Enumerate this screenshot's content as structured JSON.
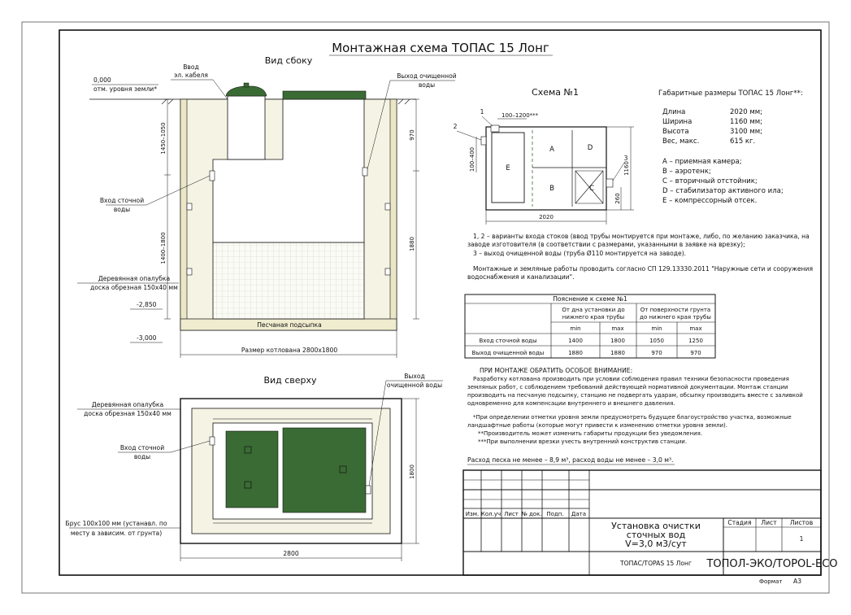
{
  "title": "Монтажная схема ТОПАС 15 Лонг",
  "side_view": {
    "title": "Вид сбоку",
    "cable_label_1": "Ввод",
    "cable_label_2": "эл. кабеля",
    "ground_level_1": "0,000",
    "ground_level_2": "отм. уровня земли*",
    "outlet_1": "Выход очищенной",
    "outlet_2": "воды",
    "inlet_1": "Вход сточной",
    "inlet_2": "воды",
    "formwork_1": "Деревянная опалубка",
    "formwork_2": "доска обрезная 150х40 мм",
    "level_2850": "-2,850",
    "level_3000": "-3,000",
    "sand": "Песчаная подсыпка",
    "pit_size": "Размер котлована 2800х1800",
    "dim_1450_1050": "1450–1050",
    "dim_1400_1800": "1400–1800",
    "dim_970": "970",
    "dim_1880": "1880"
  },
  "top_view": {
    "title": "Вид сверху",
    "outlet_1": "Выход",
    "outlet_2": "очищенной воды",
    "formwork_1": "Деревянная опалубка",
    "formwork_2": "доска обрезная 150х40 мм",
    "inlet_1": "Вход сточной",
    "inlet_2": "воды",
    "beam_1": "Брус 100х100 мм (устанавл. по",
    "beam_2": "месту в зависим. от грунта)",
    "dim_2800": "2800",
    "dim_1800": "1800"
  },
  "scheme1": {
    "title": "Схема №1",
    "n1": "1",
    "n2": "2",
    "n3": "3",
    "dim_100_1200": "100–1200***",
    "dim_100_400": "100–400",
    "dim_2020": "2020",
    "dim_1160": "1160",
    "dim_260": "260",
    "cell_a": "A",
    "cell_b": "B",
    "cell_c": "C",
    "cell_d": "D",
    "cell_e": "E"
  },
  "dimensions": {
    "title": "Габаритные размеры ТОПАС 15 Лонг**:",
    "rows": [
      {
        "label": "Длина",
        "value": "2020 мм;"
      },
      {
        "label": "Ширина",
        "value": "1160 мм;"
      },
      {
        "label": "Высота",
        "value": "3100 мм;"
      },
      {
        "label": "Вес, макс.",
        "value": "615 кг."
      }
    ]
  },
  "legend": [
    "А – приемная камера;",
    "В – аэротенк;",
    "С – вторичный отстойник;",
    "D – стабилизатор активного ила;",
    "Е – компрессорный отсек."
  ],
  "notes": {
    "n1_line1": "1, 2 – варианты входа стоков (ввод трубы монтируется при монтаже, либо, по желанию заказчика, на",
    "n1_line2": "заводе изготовителя (в соответствии с размерами, указанными в заявке на врезку);",
    "n1_line3": "3 – выход очищенной воды (труба Ø110 монтируется на заводе).",
    "sp_line1": "Монтажные и земляные работы проводить согласно СП 129.13330.2011 \"Наружные сети и сооружения",
    "sp_line2": "водоснабжения и канализации\"."
  },
  "table": {
    "title": "Пояснение к схеме №1",
    "col1_1": "От дна установки до",
    "col1_2": "нижнего края трубы",
    "col2_1": "От поверхности грунта",
    "col2_2": "до нижнего края трубы",
    "min": "min",
    "max": "max",
    "rows": [
      {
        "label": "Вход сточной воды",
        "v": [
          "1400",
          "1800",
          "1050",
          "1250"
        ]
      },
      {
        "label": "Выход очищенной воды",
        "v": [
          "1880",
          "1880",
          "970",
          "970"
        ]
      }
    ]
  },
  "attention": {
    "title": "ПРИ МОНТАЖЕ ОБРАТИТЬ ОСОБОЕ ВНИМАНИЕ:",
    "lines": [
      "Разработку котлована производить при условии соблюдения правил техники безопасности проведения",
      "земляных работ, с соблюдением требований действующей нормативной документации. Монтаж станции",
      "производить на песчаную подсыпку, станцию не подвергать ударам, обсыпку производить вместе с заливкой",
      "одновременно для компенсации внутреннего и внешнего давления."
    ],
    "star1_line1": "*При определении отметки уровня земли предусмотреть будущее благоустройство участка, возможные",
    "star1_line2": "ландшафтные работы (которые могут привести к изменению отметки уровня земли).",
    "star2": "**Производитель может изменить габариты продукции без уведомления.",
    "star3": "***При выполнении врезки учесть внутренний конструктив станции.",
    "consumption": "Расход песка не менее – 8,9 м³, расход воды не менее – 3,0 м³."
  },
  "stamp": {
    "cols": [
      "Изм.",
      "Кол.уч",
      "Лист",
      "№ док.",
      "Подп.",
      "Дата"
    ],
    "name_1": "Установка очистки",
    "name_2": "сточных вод",
    "name_3": "V=3,0 м3/сут",
    "stage": "Стадия",
    "sheet": "Лист",
    "sheets": "Листов",
    "sheets_value": "1",
    "model": "ТОПАС/TOPAS 15 Лонг",
    "company": "ТОПОЛ-ЭКО/TOPOL-ECO",
    "format_label": "Формат",
    "format_value": "А3"
  },
  "colors": {
    "lid": "#3a6b34",
    "pit_fill": "#f5f3e3",
    "sand_fill": "#f1efd8",
    "grid": "#c8d2c0"
  }
}
